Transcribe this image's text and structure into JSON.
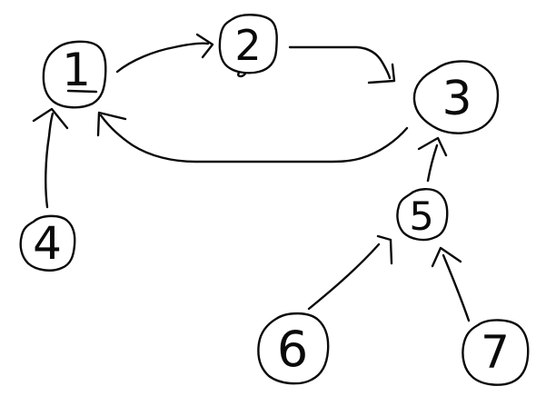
{
  "diagram": {
    "kind": "hand-drawn directed graph sketch",
    "background_color": "#ffffff",
    "ink_color": "#0a0a0a",
    "nodes": [
      {
        "id": "1",
        "label": "1",
        "underlined": true
      },
      {
        "id": "2",
        "label": "2",
        "underlined": false
      },
      {
        "id": "3",
        "label": "3",
        "underlined": false
      },
      {
        "id": "4",
        "label": "4",
        "underlined": false
      },
      {
        "id": "5",
        "label": "5",
        "underlined": false
      },
      {
        "id": "6",
        "label": "6",
        "underlined": false
      },
      {
        "id": "7",
        "label": "7",
        "underlined": false
      }
    ],
    "edges": [
      {
        "from": "1",
        "to": "2"
      },
      {
        "from": "2",
        "to": "3"
      },
      {
        "from": "3",
        "to": "1"
      },
      {
        "from": "4",
        "to": "1"
      },
      {
        "from": "5",
        "to": "3"
      },
      {
        "from": "6",
        "to": "5"
      },
      {
        "from": "7",
        "to": "5"
      }
    ]
  }
}
